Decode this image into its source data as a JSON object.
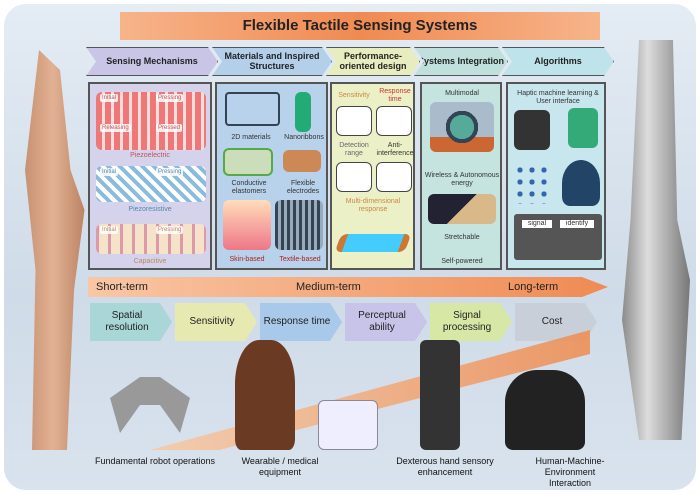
{
  "title": "Flexible Tactile Sensing Systems",
  "headers": [
    "Sensing Mechanisms",
    "Materials and Inspired Structures",
    "Performance-oriented design",
    "Systems Integration",
    "Algorithms"
  ],
  "sensing": {
    "labels": [
      "Initial",
      "Pressing",
      "Releasing",
      "Pressed",
      "Piezoelectric",
      "Initial",
      "Pressing",
      "Piezoresistive",
      "Initial",
      "Pressing",
      "Capacitive"
    ]
  },
  "materials": {
    "items": [
      "2D materials",
      "Nanoribbons",
      "Conductive elastomers",
      "Flexible electrodes",
      "Skin-based",
      "Textile-based"
    ]
  },
  "performance": {
    "items": [
      "Sensitivity",
      "Response time",
      "Detection range",
      "Anti-interference",
      "Multi-dimensional response"
    ]
  },
  "systems": {
    "items": [
      "Multimodal",
      "Wireless & Autonomous energy",
      "Stretchable",
      "Self-powered"
    ]
  },
  "algorithms": {
    "items": [
      "Haptic machine learning & User interface",
      "signal",
      "identify"
    ]
  },
  "timeline": {
    "short": "Short-term",
    "medium": "Medium-term",
    "long": "Long-term"
  },
  "metrics": [
    {
      "label": "Spatial resolution",
      "color": "#a9d6d6"
    },
    {
      "label": "Sensitivity",
      "color": "#e6e9b0"
    },
    {
      "label": "Response time",
      "color": "#a9c9ea"
    },
    {
      "label": "Perceptual ability",
      "color": "#c8c3e8"
    },
    {
      "label": "Signal processing",
      "color": "#d7e7a6"
    },
    {
      "label": "Cost",
      "color": "#c9cfd8"
    }
  ],
  "applications": [
    "Fundamental robot operations",
    "Wearable / medical equipment",
    "Dexterous hand sensory enhancement",
    "Human-Machine-Environment Interaction"
  ]
}
